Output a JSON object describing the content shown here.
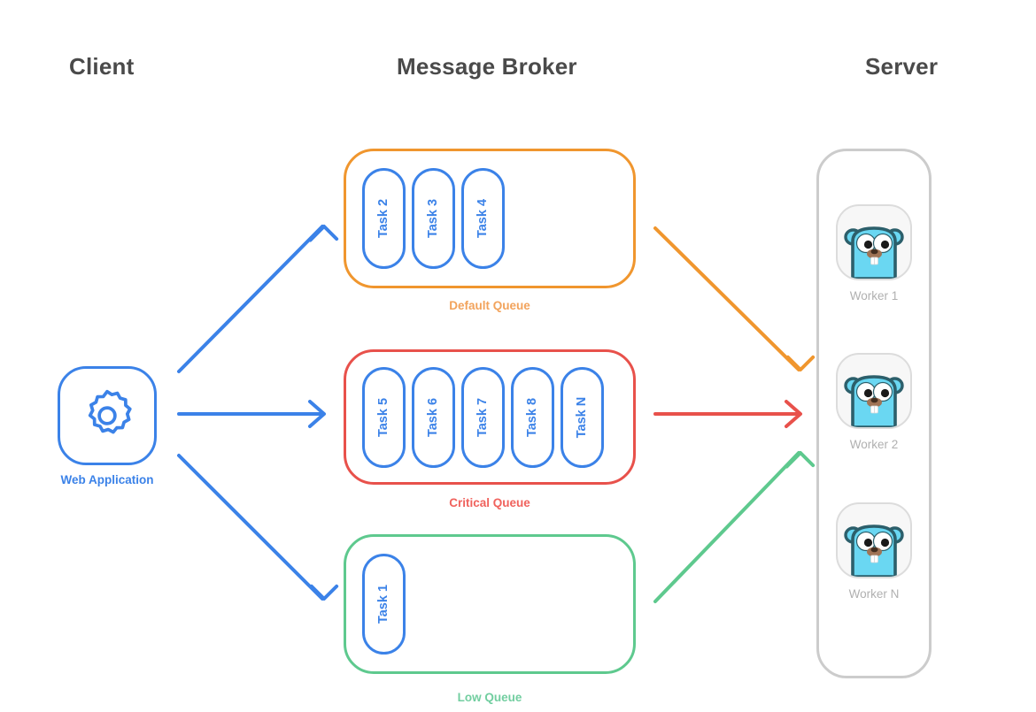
{
  "headers": {
    "client": "Client",
    "broker": "Message Broker",
    "server": "Server"
  },
  "client": {
    "icon": "gear-icon",
    "label": "Web Application",
    "color": "#3b82e8"
  },
  "queues": [
    {
      "id": "default",
      "label": "Default Queue",
      "border_color": "#f0962e",
      "label_color": "#f2a35c",
      "tasks": [
        "Task 2",
        "Task 3",
        "Task 4"
      ]
    },
    {
      "id": "critical",
      "label": "Critical Queue",
      "border_color": "#e8514b",
      "label_color": "#f0625d",
      "tasks": [
        "Task 5",
        "Task 6",
        "Task 7",
        "Task 8",
        "Task N"
      ]
    },
    {
      "id": "low",
      "label": "Low Queue",
      "border_color": "#5ec98e",
      "label_color": "#72cea0",
      "tasks": [
        "Task 1"
      ]
    }
  ],
  "task_color": "#3b82e8",
  "server": {
    "border_color": "#cccccc",
    "workers": [
      {
        "label": "Worker 1",
        "icon": "go-gopher-icon"
      },
      {
        "label": "Worker 2",
        "icon": "go-gopher-icon"
      },
      {
        "label": "Worker N",
        "icon": "go-gopher-icon"
      }
    ]
  },
  "arrows": {
    "client_to_default": {
      "color": "#3b82e8",
      "direction": "up-right"
    },
    "client_to_critical": {
      "color": "#3b82e8",
      "direction": "right"
    },
    "client_to_low": {
      "color": "#3b82e8",
      "direction": "down-right"
    },
    "default_to_worker": {
      "color": "#f0962e",
      "direction": "down-right"
    },
    "critical_to_worker": {
      "color": "#e8514b",
      "direction": "right"
    },
    "low_to_worker": {
      "color": "#5ec98e",
      "direction": "up-right"
    }
  },
  "gopher_colors": {
    "body": "#6ad7f2",
    "outline": "#2c5f6b",
    "eye_white": "#ffffff",
    "pupil": "#1a1a1a",
    "snout": "#a07456",
    "teeth": "#ffffff",
    "tile_bg": "#f7f7f7"
  }
}
